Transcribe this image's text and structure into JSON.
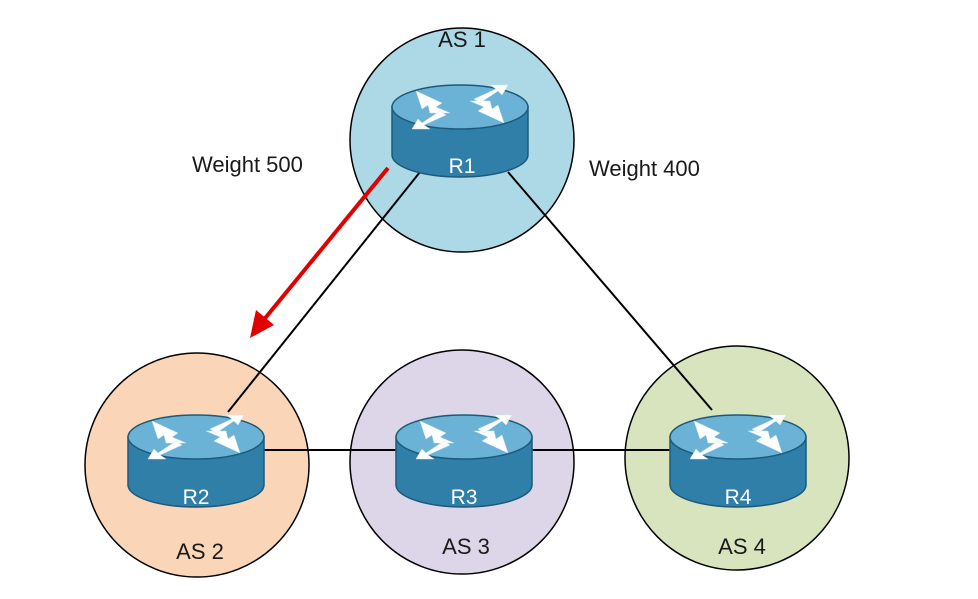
{
  "colors": {
    "as1_fill": "#add8e6",
    "as2_fill": "#fad5b8",
    "as3_fill": "#dcd6e8",
    "as4_fill": "#d7e4bd",
    "router_body": "#2f7fa8",
    "router_top": "#6bb3d6",
    "link": "#000000",
    "arrow": "#e00000"
  },
  "autonomous_systems": [
    {
      "label": "AS 1",
      "router": "R1"
    },
    {
      "label": "AS 2",
      "router": "R2"
    },
    {
      "label": "AS 3",
      "router": "R3"
    },
    {
      "label": "AS 4",
      "router": "R4"
    }
  ],
  "routers": [
    "R1",
    "R2",
    "R3",
    "R4"
  ],
  "links": [
    {
      "from": "R1",
      "to": "R2"
    },
    {
      "from": "R1",
      "to": "R4"
    },
    {
      "from": "R2",
      "to": "R3"
    },
    {
      "from": "R3",
      "to": "R4"
    }
  ],
  "weights": [
    {
      "label": "Weight 500",
      "link": "R1-R2",
      "preferred": true
    },
    {
      "label": "Weight 400",
      "link": "R1-R4",
      "preferred": false
    }
  ],
  "icons": [
    "router-icon",
    "red-arrow"
  ]
}
